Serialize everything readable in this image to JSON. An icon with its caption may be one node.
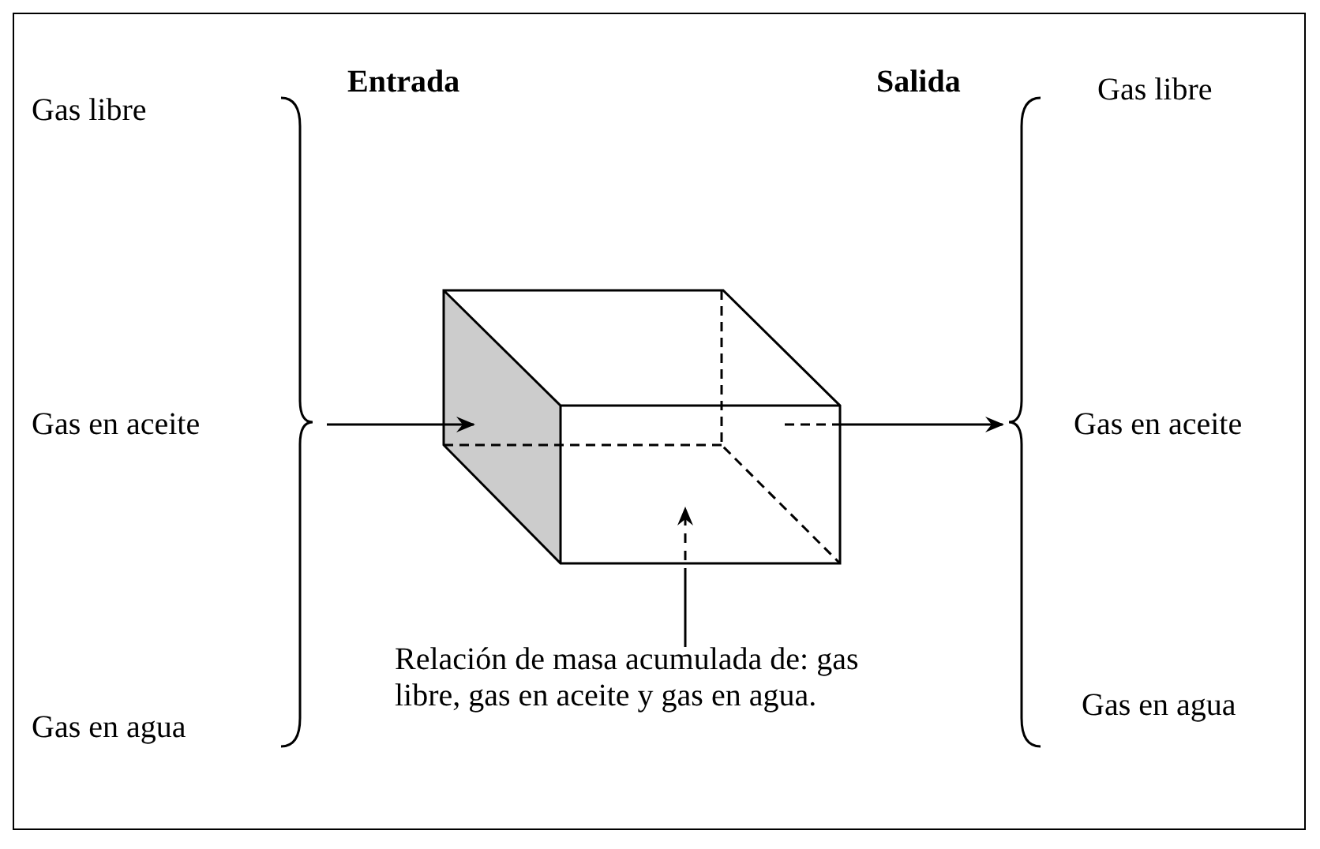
{
  "diagram": {
    "nodes": [
      {
        "text": [],
        "shape": "brace"
      },
      {
        "text": [],
        "shape": "box"
      },
      {
        "text": [
          "Relación de masa acumulada de: gas libre, gas en aceite y gas en agua."
        ]
      },
      {
        "text": [],
        "shape": "brace"
      }
    ],
    "edges": [
      {
        "from": 0,
        "to": 1,
        "arrow": "to"
      },
      {
        "from": 1,
        "to": 3,
        "arrow": "to",
        "style": "dashed"
      },
      {
        "from": 2,
        "to": 1,
        "arrow": "to",
        "style": "dashed"
      }
    ],
    "labels": [
      "Entrada",
      "Salida",
      "Gas libre",
      "Gas libre",
      "Gas en aceite",
      "Gas en aceite",
      "Gas en agua",
      "Gas en agua"
    ]
  }
}
